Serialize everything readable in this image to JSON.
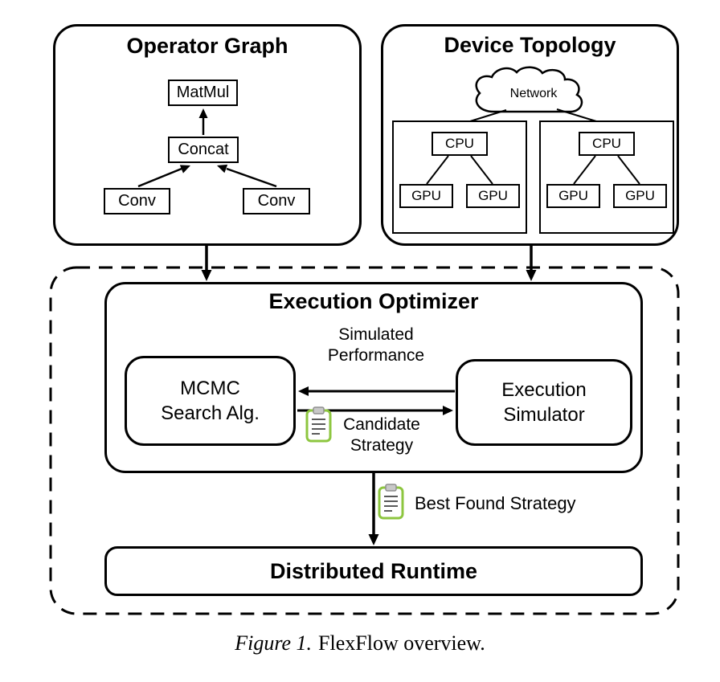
{
  "operator_graph": {
    "title": "Operator Graph",
    "matmul": "MatMul",
    "concat": "Concat",
    "conv_left": "Conv",
    "conv_right": "Conv"
  },
  "device_topology": {
    "title": "Device Topology",
    "network": "Network",
    "machines": [
      {
        "cpu": "CPU",
        "gpu1": "GPU",
        "gpu2": "GPU"
      },
      {
        "cpu": "CPU",
        "gpu1": "GPU",
        "gpu2": "GPU"
      }
    ]
  },
  "execution_optimizer": {
    "title": "Execution Optimizer",
    "mcmc": {
      "line1": "MCMC",
      "line2": "Search Alg."
    },
    "simulator": {
      "line1": "Execution",
      "line2": "Simulator"
    },
    "simulated_performance": {
      "line1": "Simulated",
      "line2": "Performance"
    },
    "candidate_strategy": {
      "line1": "Candidate",
      "line2": "Strategy"
    }
  },
  "labels": {
    "best_found_strategy": "Best Found Strategy"
  },
  "distributed_runtime": {
    "title": "Distributed Runtime"
  },
  "caption": {
    "figure_label": "Figure 1.",
    "text": "FlexFlow overview."
  },
  "colors": {
    "line": "#000000",
    "clipboard_green": "#8dc63f",
    "clipboard_clip_gray": "#c8c8c8",
    "background": "#ffffff"
  }
}
